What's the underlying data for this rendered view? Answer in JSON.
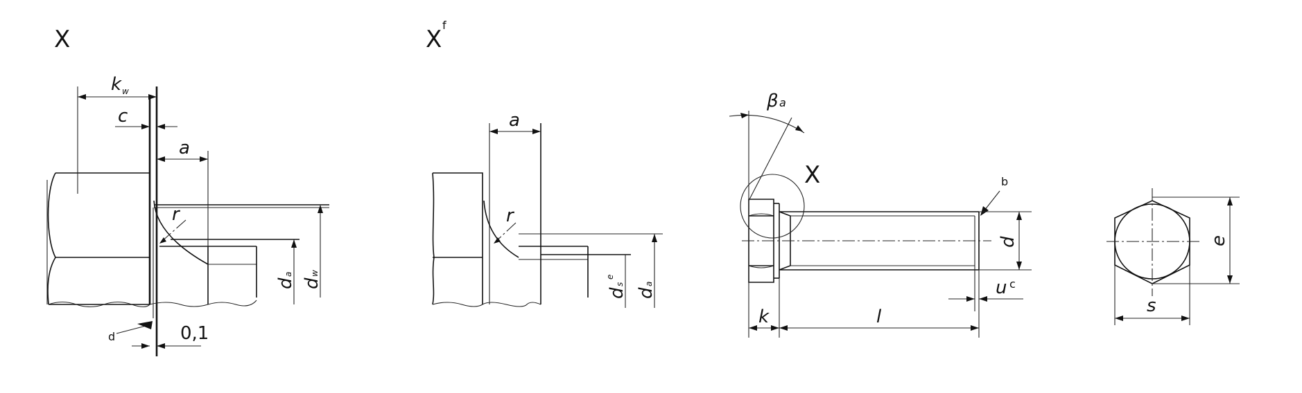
{
  "detail_left": {
    "title": "X",
    "k": "k",
    "k_sub": "w",
    "c": "c",
    "a": "a",
    "r": "r",
    "d_main": "d",
    "dw_sub": "w",
    "da_sub": "a",
    "note": "d",
    "dim_01": "0,1"
  },
  "detail_right": {
    "title": "X",
    "title_sup": "f",
    "a": "a",
    "r": "r",
    "d_main": "d",
    "ds_sub": "s",
    "ds_sup": "e",
    "da_sub": "a"
  },
  "bolt": {
    "beta": "β",
    "beta_sub": "a",
    "x_label": "X",
    "note_b": "b",
    "d": "d",
    "u": "u",
    "u_sup": "c",
    "k": "k",
    "l": "l"
  },
  "hex_view": {
    "e": "e",
    "s": "s"
  }
}
